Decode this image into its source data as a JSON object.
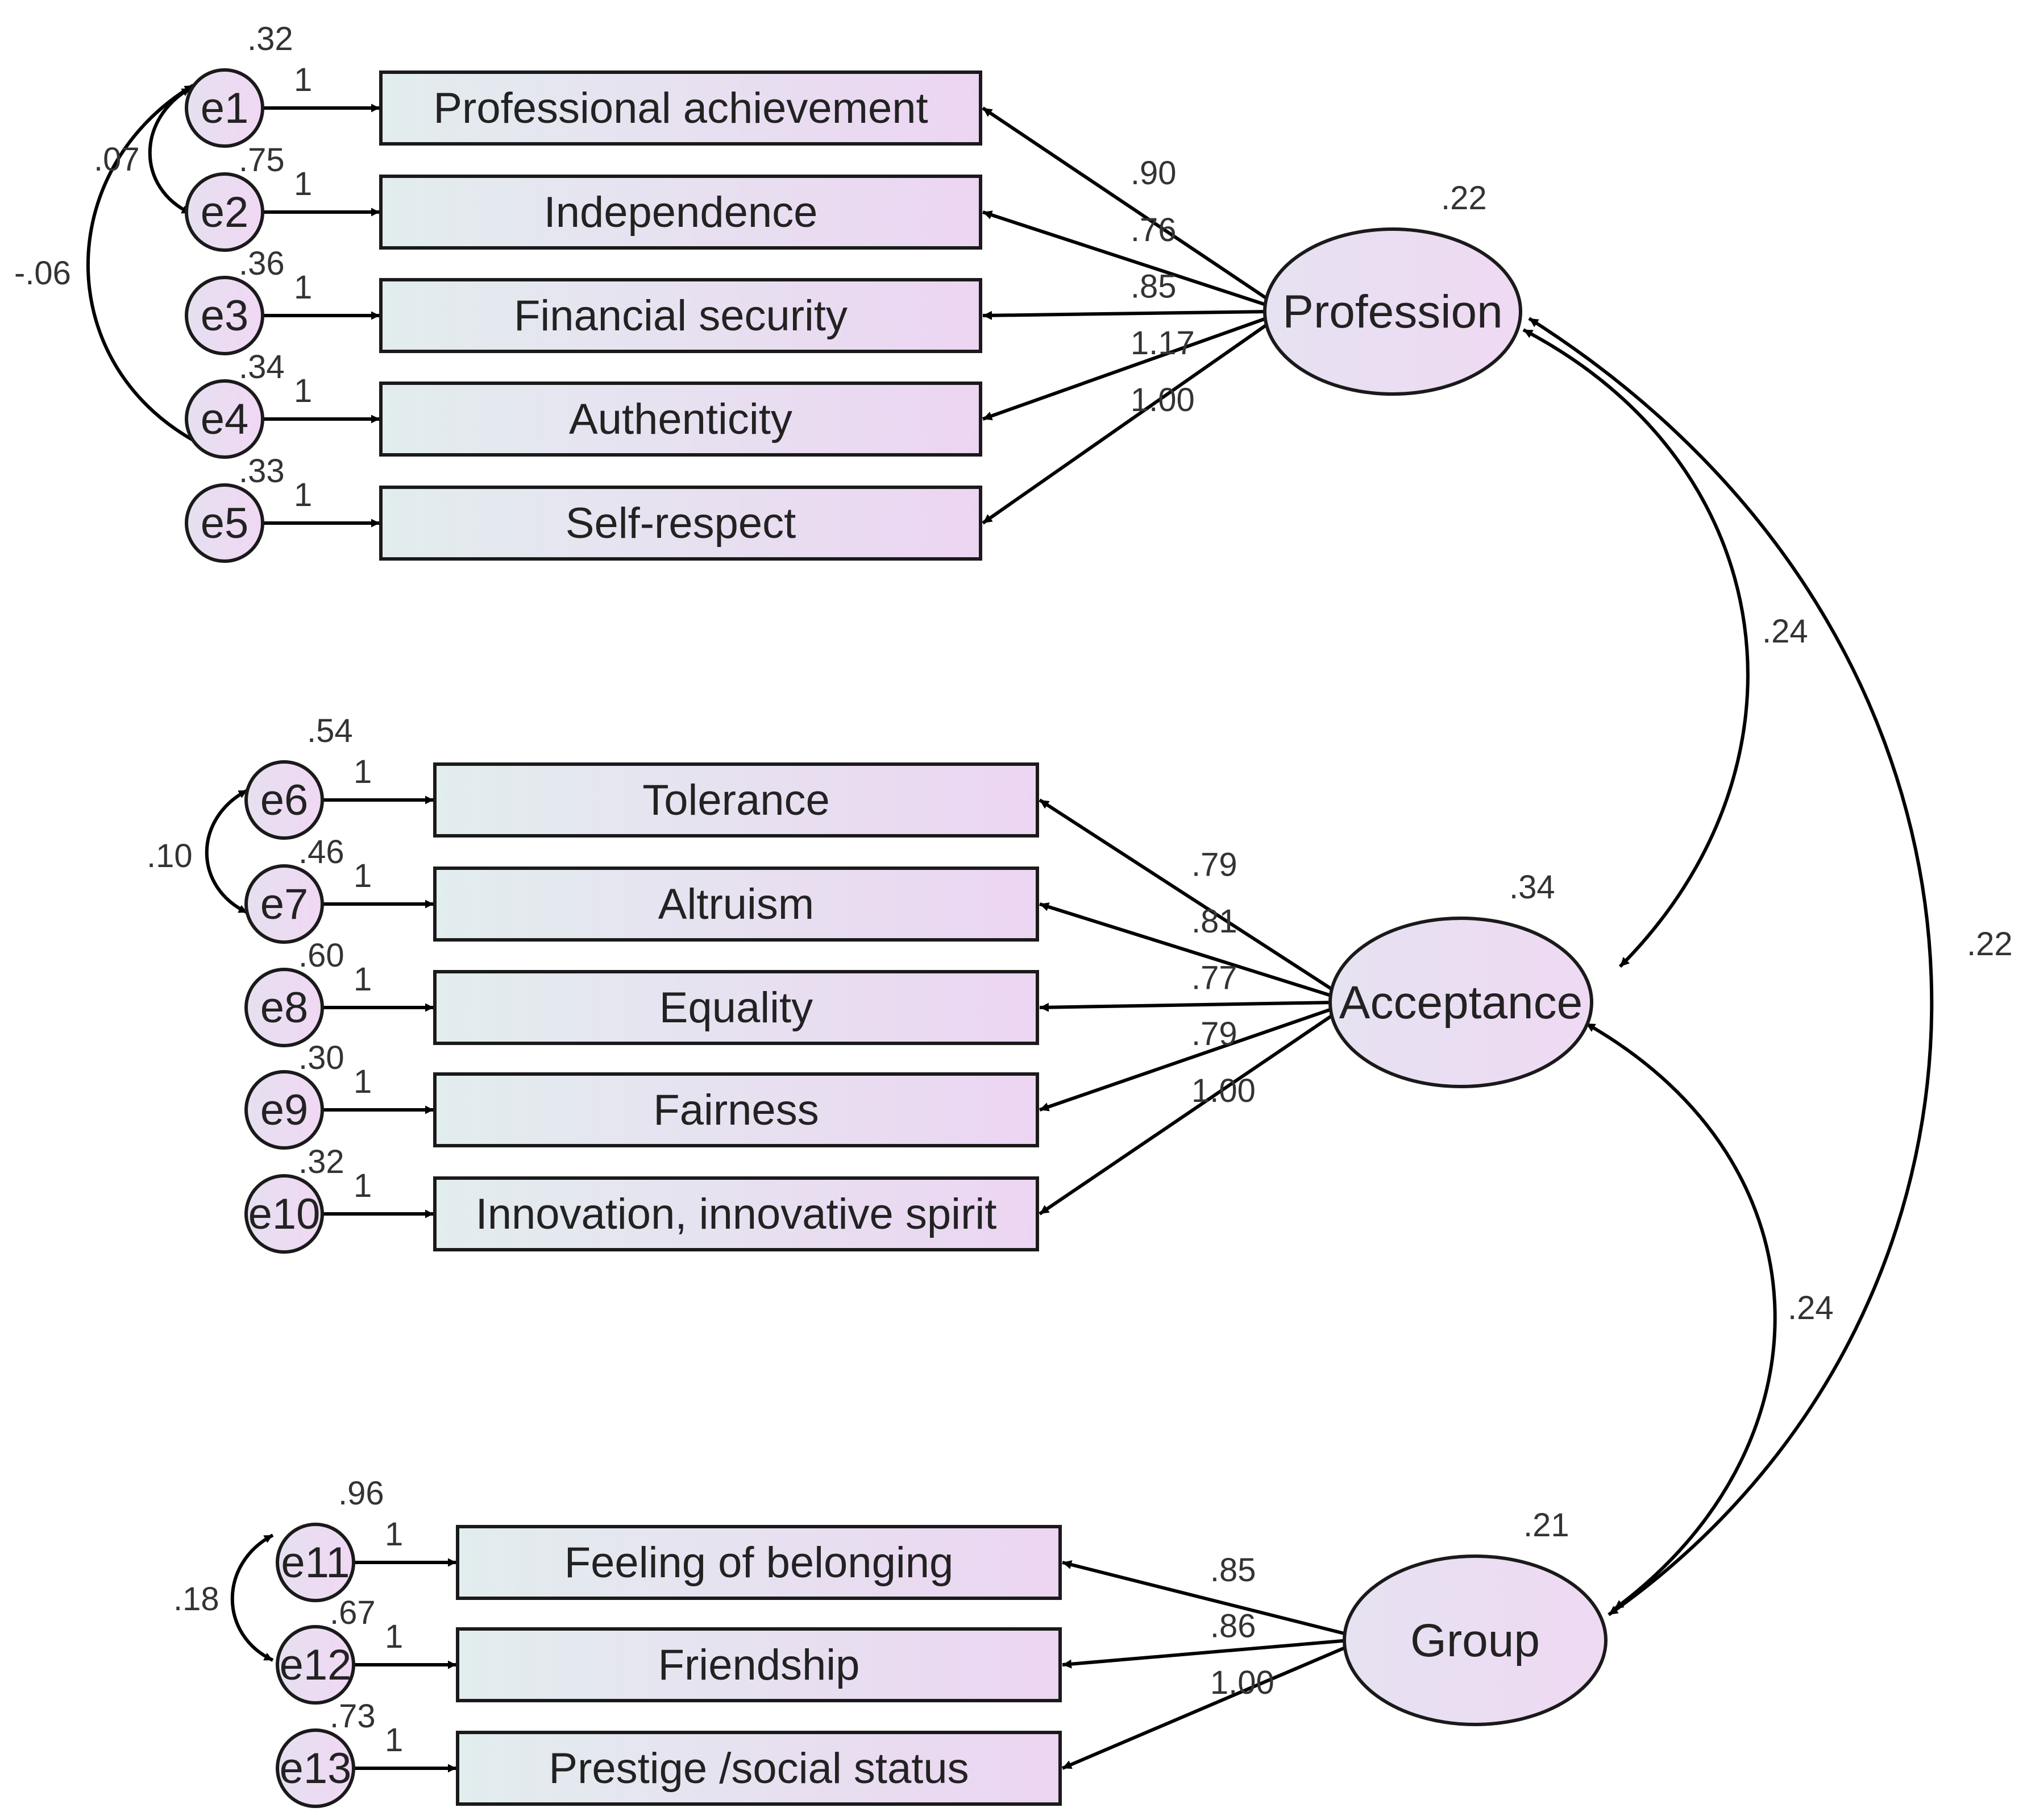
{
  "factors": [
    {
      "id": "profession",
      "name": "Profession",
      "variance": ".22",
      "indicators": [
        {
          "label": "Professional achievement",
          "loading": ".90",
          "error": "e1",
          "error_variance": ".32",
          "path": "1"
        },
        {
          "label": "Independence",
          "loading": ".76",
          "error": "e2",
          "error_variance": ".75",
          "path": "1"
        },
        {
          "label": "Financial security",
          "loading": ".85",
          "error": "e3",
          "error_variance": ".36",
          "path": "1"
        },
        {
          "label": "Authenticity",
          "loading": "1.17",
          "error": "e4",
          "error_variance": ".34",
          "path": "1"
        },
        {
          "label": "Self-respect",
          "loading": "1.00",
          "error": "e5",
          "error_variance": ".33",
          "path": "1"
        }
      ]
    },
    {
      "id": "acceptance",
      "name": "Acceptance",
      "variance": ".34",
      "indicators": [
        {
          "label": "Tolerance",
          "loading": ".79",
          "error": "e6",
          "error_variance": ".54",
          "path": "1"
        },
        {
          "label": "Altruism",
          "loading": ".81",
          "error": "e7",
          "error_variance": ".46",
          "path": "1"
        },
        {
          "label": "Equality",
          "loading": ".77",
          "error": "e8",
          "error_variance": ".60",
          "path": "1"
        },
        {
          "label": "Fairness",
          "loading": ".79",
          "error": "e9",
          "error_variance": ".30",
          "path": "1"
        },
        {
          "label": "Innovation, innovative spirit",
          "loading": "1.00",
          "error": "e10",
          "error_variance": ".32",
          "path": "1"
        }
      ]
    },
    {
      "id": "group",
      "name": "Group",
      "variance": ".21",
      "indicators": [
        {
          "label": "Feeling of belonging",
          "loading": ".85",
          "error": "e11",
          "error_variance": ".96",
          "path": "1"
        },
        {
          "label": "Friendship",
          "loading": ".86",
          "error": "e12",
          "error_variance": ".67",
          "path": "1"
        },
        {
          "label": "Prestige /social status",
          "loading": "1.00",
          "error": "e13",
          "error_variance": ".73",
          "path": "1"
        }
      ]
    }
  ],
  "factor_covariances": [
    {
      "between": [
        "Profession",
        "Acceptance"
      ],
      "value": ".24"
    },
    {
      "between": [
        "Profession",
        "Group"
      ],
      "value": ".22"
    },
    {
      "between": [
        "Acceptance",
        "Group"
      ],
      "value": ".24"
    }
  ],
  "error_covariances": [
    {
      "between": [
        "e1",
        "e2"
      ],
      "value": ".07"
    },
    {
      "between": [
        "e1",
        "e4"
      ],
      "value": "-.06"
    },
    {
      "between": [
        "e6",
        "e7"
      ],
      "value": ".10"
    },
    {
      "between": [
        "e11",
        "e12"
      ],
      "value": ".18"
    }
  ],
  "colors": {
    "box_fill_left": "#e2edee",
    "box_fill_right": "#ecd5f2",
    "node_fill_left": "#e9dff0",
    "node_fill_right": "#f1d9f4",
    "stroke": "#1a1a1a"
  }
}
